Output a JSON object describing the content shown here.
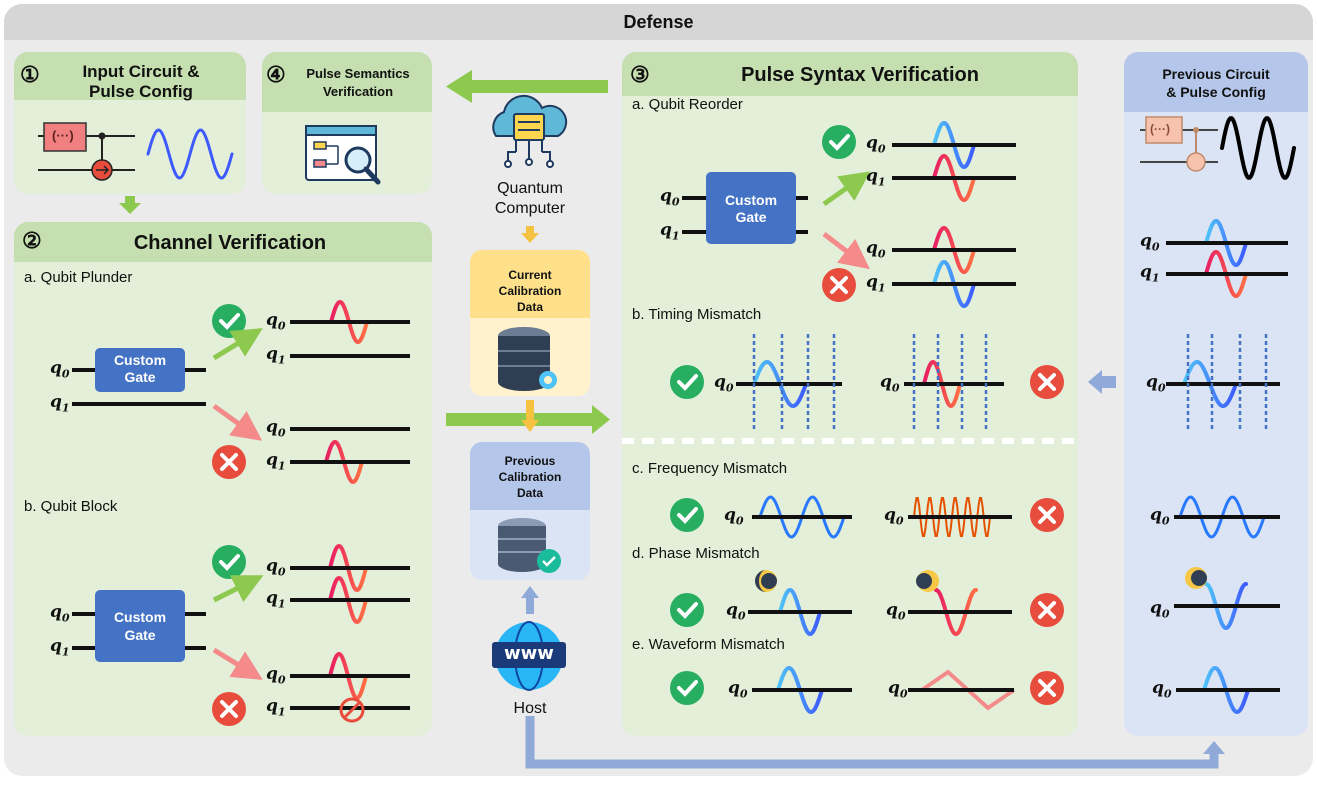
{
  "title": "Defense",
  "input_panel": {
    "num": "①",
    "line1": "Input Circuit &",
    "line2": "Pulse Config",
    "gate_symbol": "(···)"
  },
  "semantics_panel": {
    "num": "④",
    "line1": "Pulse Semantics",
    "line2": "Verification"
  },
  "channel_panel": {
    "num": "②",
    "title": "Channel Verification",
    "a_label": "a. Qubit Plunder",
    "b_label": "b. Qubit Block",
    "gate_text": "Custom",
    "gate_text2": "Gate"
  },
  "center": {
    "qc_line1": "Quantum",
    "qc_line2": "Computer",
    "cur_cal": [
      "Current",
      "Calibration",
      "Data"
    ],
    "prev_cal": [
      "Previous",
      "Calibration",
      "Data"
    ],
    "host": "Host",
    "www": "www"
  },
  "syntax_panel": {
    "num": "③",
    "title": "Pulse Syntax Verification",
    "a_label": "a. Qubit Reorder",
    "b_label": "b. Timing Mismatch",
    "c_label": "c. Frequency Mismatch",
    "d_label": "d. Phase Mismatch",
    "e_label": "e. Waveform Mismatch",
    "gate_text": "Custom",
    "gate_text2": "Gate"
  },
  "previous_panel": {
    "line1": "Previous Circuit",
    "line2": "& Pulse Config",
    "gate_symbol": "(···)"
  },
  "qubits": {
    "q0": "q",
    "q1": "q",
    "sub0": "0",
    "sub1": "1"
  },
  "colors": {
    "green_panel": "#e3efd8",
    "green_header": "#c5dfb0",
    "blue_panel": "#dbe4f5",
    "blue_header": "#b4c7ea",
    "gate_blue": "#4472c4",
    "check_green": "#27ae60",
    "cross_red": "#e74c3c",
    "arrow_green": "#8dc84f",
    "arrow_blue": "#8fa9d9",
    "arrow_yellow": "#f5c242"
  }
}
